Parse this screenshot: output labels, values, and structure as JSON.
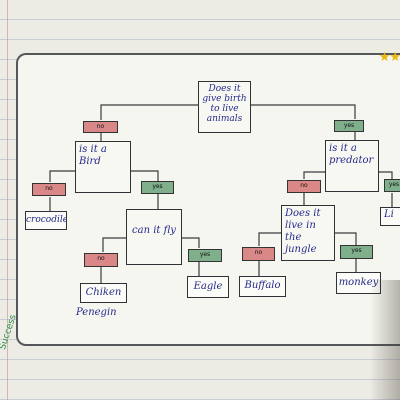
{
  "root": {
    "text": "Does it give birth to live animals"
  },
  "labels": {
    "no": "no",
    "yes": "yes"
  },
  "left": {
    "question": "is it a Bird",
    "no_leaf": "crocodile",
    "yes_question": "can it fly",
    "fly_no_leaf": "Chiken",
    "fly_no_extra": "Penegin",
    "fly_yes_leaf": "Eagle"
  },
  "right": {
    "question": "is it a predator",
    "no_question": "Does it live in the jungle",
    "jungle_no_leaf": "Buffalo",
    "jungle_yes_leaf": "monkey",
    "yes_leaf": "Li"
  },
  "decor": {
    "stars": "★★",
    "margin_mark": "Success"
  },
  "colors": {
    "no_tag": "#d98787",
    "yes_tag": "#7fb08b",
    "ink": "#242a8a"
  }
}
